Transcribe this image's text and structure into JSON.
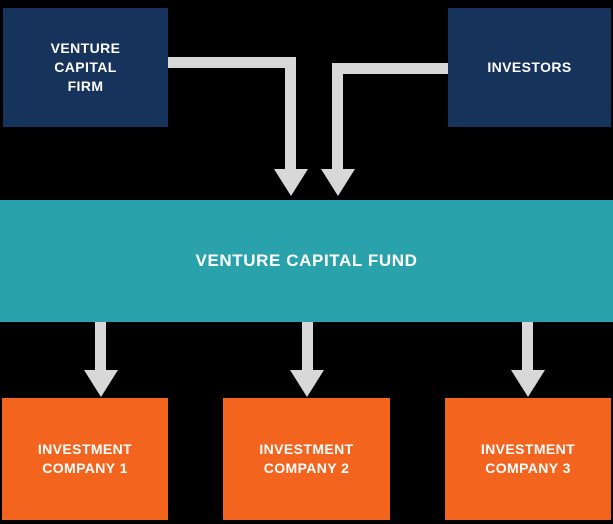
{
  "diagram": {
    "nodes": {
      "vc_firm": {
        "label": "VENTURE\nCAPITAL\nFIRM"
      },
      "investors": {
        "label": "INVESTORS"
      },
      "fund": {
        "label": "VENTURE CAPITAL FUND"
      },
      "company1": {
        "label": "INVESTMENT\nCOMPANY 1"
      },
      "company2": {
        "label": "INVESTMENT\nCOMPANY 2"
      },
      "company3": {
        "label": "INVESTMENT\nCOMPANY 3"
      }
    },
    "connections": [
      {
        "from": "vc_firm",
        "to": "fund"
      },
      {
        "from": "investors",
        "to": "fund"
      },
      {
        "from": "fund",
        "to": "company1"
      },
      {
        "from": "fund",
        "to": "company2"
      },
      {
        "from": "fund",
        "to": "company3"
      }
    ],
    "colors": {
      "background": "#000000",
      "navy": "#16335b",
      "teal": "#29a2ac",
      "orange": "#f3641f",
      "arrow": "#d8d8d8",
      "label_text": "#ffffff"
    }
  }
}
